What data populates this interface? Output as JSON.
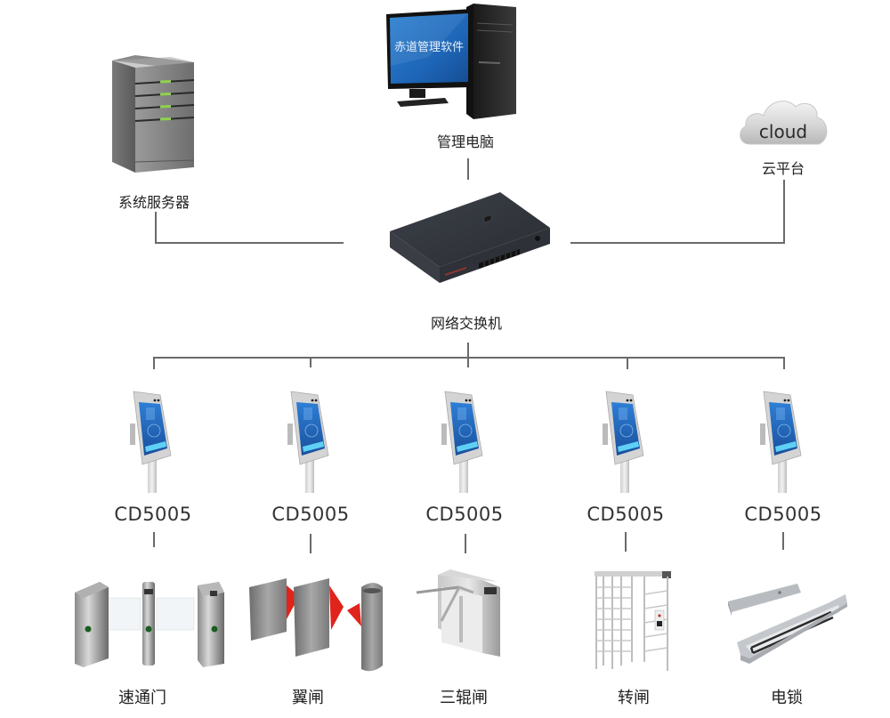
{
  "diagram": {
    "title": "",
    "top_nodes": {
      "server": {
        "label": "系统服务器",
        "icon": "server-tower-icon"
      },
      "pc": {
        "label": "管理电脑",
        "screen_text": "赤道管理软件",
        "icon": "desktop-computer-icon"
      },
      "cloud": {
        "label": "云平台",
        "cloud_text": "cloud",
        "icon": "cloud-icon"
      }
    },
    "switch": {
      "label": "网络交换机",
      "icon": "network-switch-icon"
    },
    "terminals": [
      {
        "model": "CD5005",
        "icon": "face-recognition-terminal-icon"
      },
      {
        "model": "CD5005",
        "icon": "face-recognition-terminal-icon"
      },
      {
        "model": "CD5005",
        "icon": "face-recognition-terminal-icon"
      },
      {
        "model": "CD5005",
        "icon": "face-recognition-terminal-icon"
      },
      {
        "model": "CD5005",
        "icon": "face-recognition-terminal-icon"
      }
    ],
    "devices": [
      {
        "label": "速通门",
        "icon": "speed-gate-icon"
      },
      {
        "label": "翼闸",
        "icon": "flap-barrier-icon"
      },
      {
        "label": "三辊闸",
        "icon": "tripod-turnstile-icon"
      },
      {
        "label": "转闸",
        "icon": "full-height-turnstile-icon"
      },
      {
        "label": "电锁",
        "icon": "magnetic-lock-icon"
      }
    ],
    "colors": {
      "connector": "#6a6a6a",
      "flap_red": "#e0241c",
      "screen_blue": "#1e6fc4",
      "server_led": "#8fd14f"
    }
  }
}
